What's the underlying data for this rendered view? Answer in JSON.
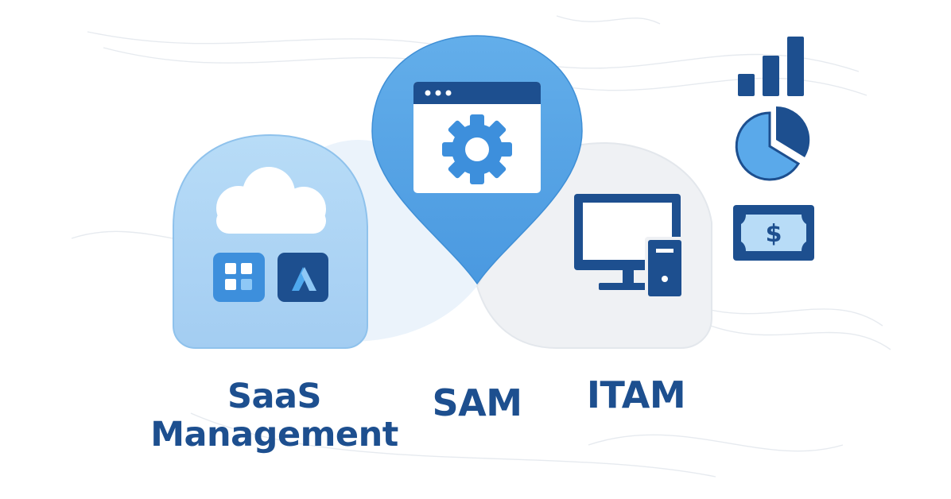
{
  "labels": {
    "saas_line1": "SaaS",
    "saas_line2": "Management",
    "sam": "SAM",
    "itam": "ITAM"
  },
  "icons": {
    "dollar_symbol": "$"
  },
  "colors": {
    "dark_blue": "#1d4f8f",
    "mid_blue": "#4a9fe6",
    "light_blue": "#a9d3f5",
    "pale_gray": "#eef0f3"
  }
}
